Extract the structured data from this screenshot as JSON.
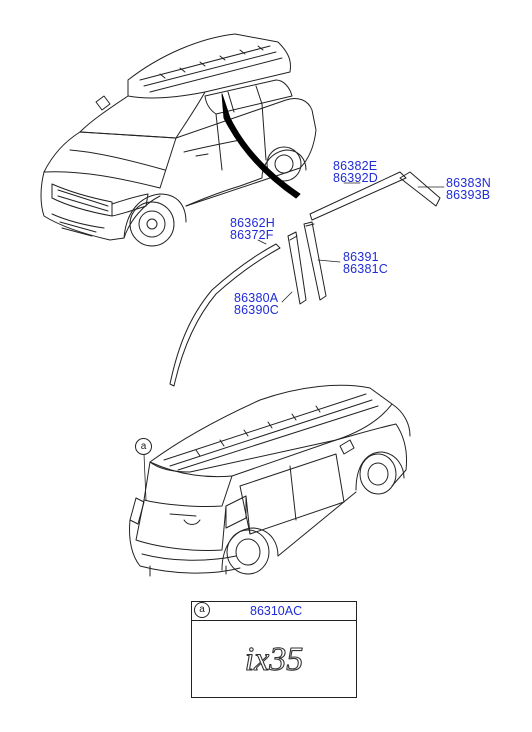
{
  "parts": {
    "p1a": "86382E",
    "p1b": "86392D",
    "p2a": "86383N",
    "p2b": "86393B",
    "p3a": "86362H",
    "p3b": "86372F",
    "p4a": "86391",
    "p4b": "86381C",
    "p5a": "86380A",
    "p5b": "86390C"
  },
  "callout": {
    "ref_letter": "a"
  },
  "emblem_box": {
    "ref_letter": "a",
    "part_no": "86310AC",
    "badge_text": "ix35"
  },
  "colors": {
    "label": "#1f2bd6",
    "line": "#222222",
    "molding": "#000000"
  }
}
